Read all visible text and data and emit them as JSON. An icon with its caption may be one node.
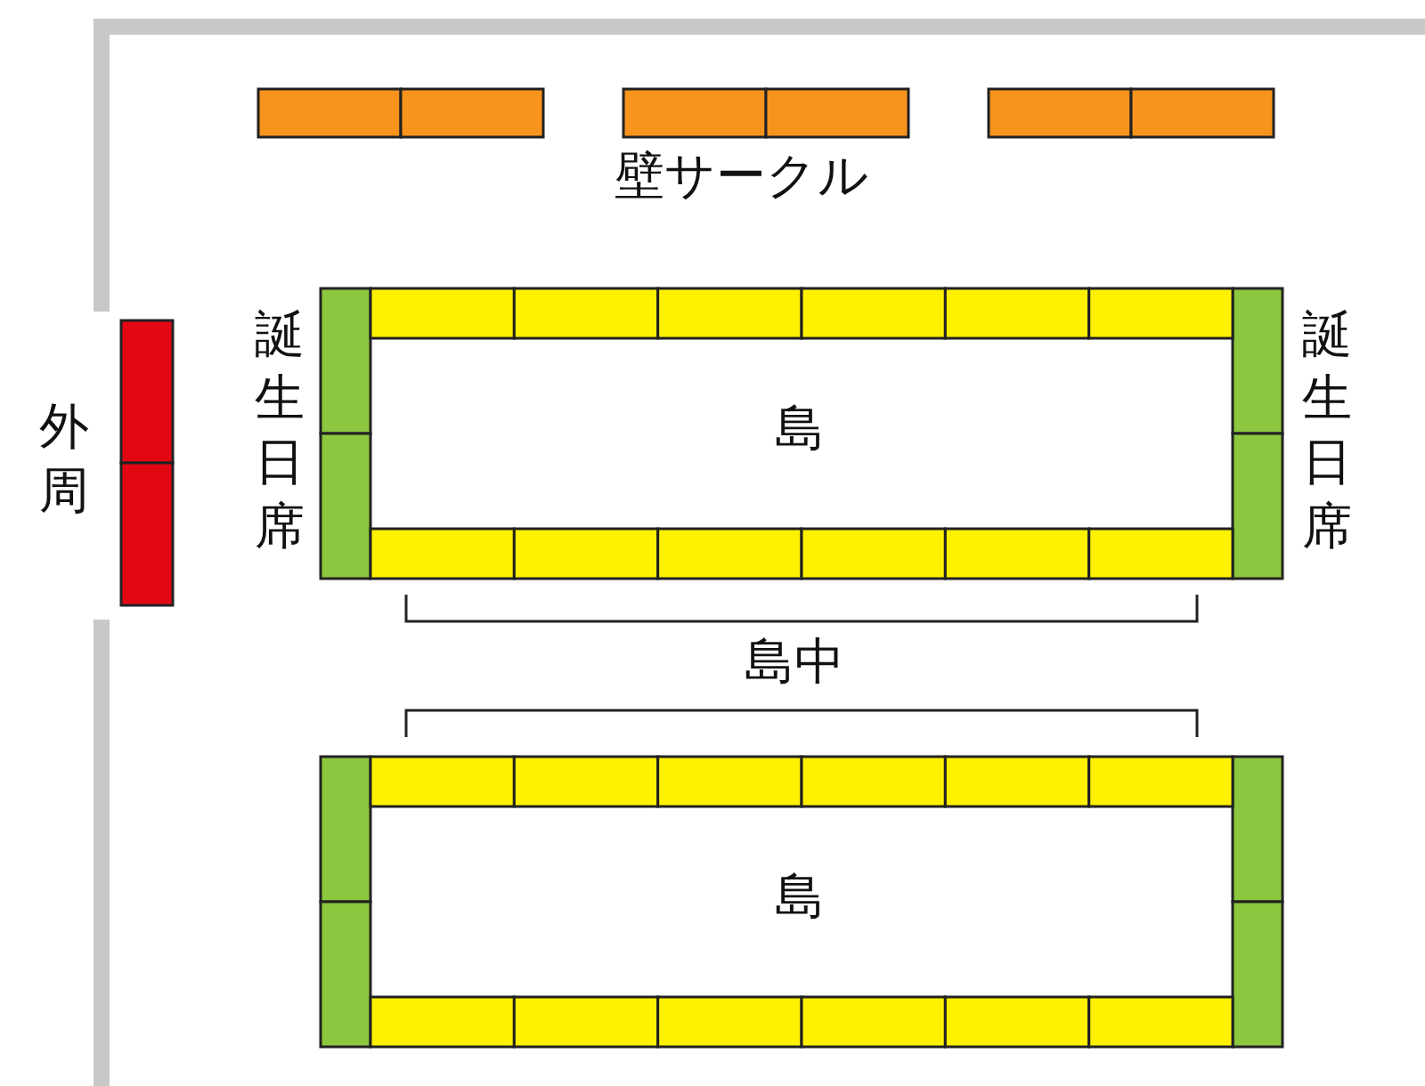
{
  "diagram": {
    "nodes": [
      {
        "text": [
          "島"
        ]
      },
      {
        "text": [
          "島"
        ]
      }
    ],
    "labels": [
      "壁サークル",
      "外周",
      "誕生日席",
      "誕生日席",
      "島中"
    ]
  }
}
